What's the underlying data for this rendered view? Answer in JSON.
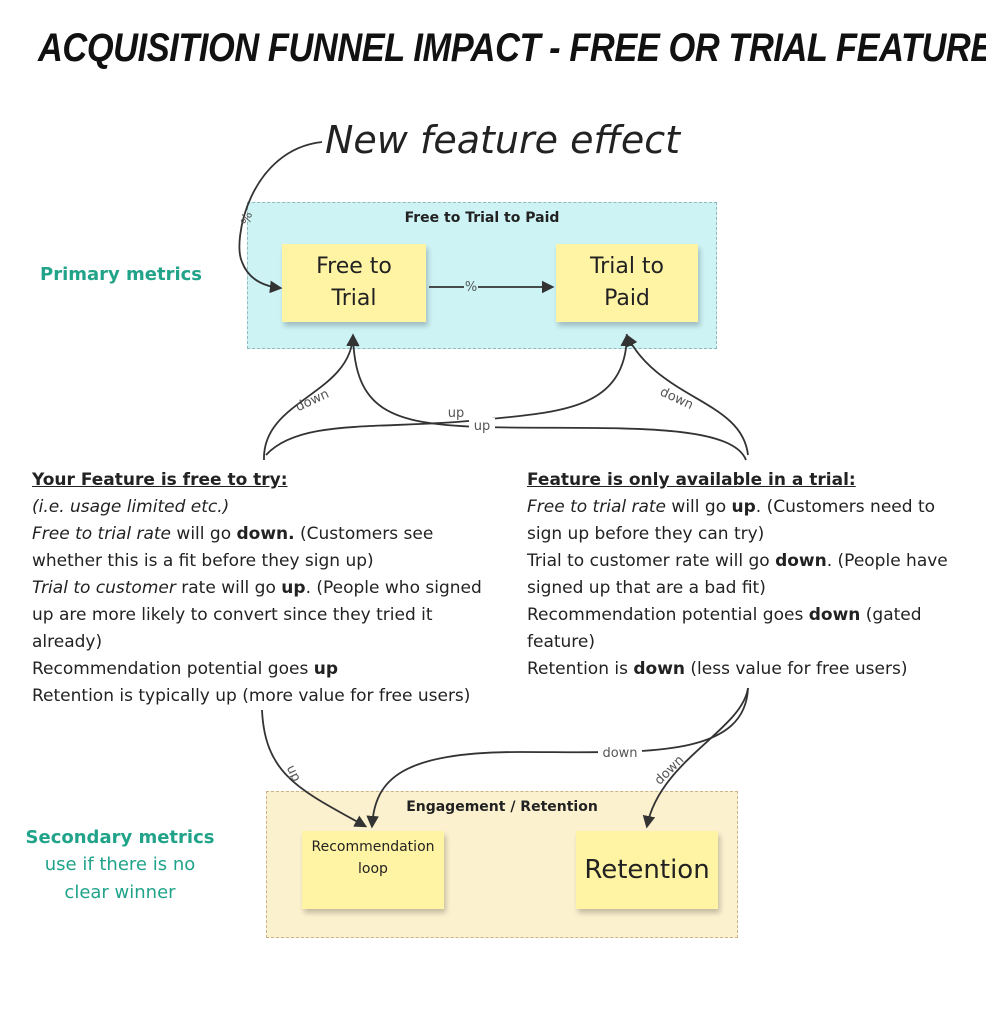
{
  "title": "ACQUISITION FUNNEL IMPACT - FREE OR TRIAL FEATURE?",
  "effect_label": "New feature effect",
  "primary_frame": {
    "title": "Free to Trial to Paid",
    "notes": [
      {
        "line1": "Free to",
        "line2": "Trial"
      },
      {
        "line1": "Trial to",
        "line2": "Paid"
      }
    ]
  },
  "secondary_frame": {
    "title": "Engagement / Retention",
    "recommendation": {
      "line1": "Recommendation",
      "line2": "loop"
    },
    "retention": "Retention"
  },
  "primary_metrics": "Primary metrics",
  "secondary_metrics": {
    "line1": "Secondary metrics",
    "line2": "use if there is no",
    "line3": "clear winner"
  },
  "connector_labels": {
    "percent": "%",
    "up": "up",
    "down": "down"
  },
  "left_column": {
    "heading": "Your Feature is free to try:",
    "l1": "(i.e. usage limited etc.)",
    "l2_italic": "Free to trial rate",
    "l2_mid": " will go ",
    "l2_bold": "down.",
    "l2_end": " (Customers see",
    "l3": "whether this is a fit before they sign up)",
    "l4_italic": "Trial to customer",
    "l4_mid": " rate will go ",
    "l4_bold": "up",
    "l4_end": ". (People who signed",
    "l5": "up are more likely to convert since they tried it",
    "l6": "already)",
    "l7_text": "Recommendation potential goes ",
    "l7_bold": "up",
    "l8": "Retention is typically up (more value for free users)"
  },
  "right_column": {
    "heading": "Feature is only available in a trial:",
    "l1_italic": "Free to trial rate",
    "l1_mid": " will go ",
    "l1_bold": "up",
    "l1_end": ". (Customers need to",
    "l2": "sign up before they can try)",
    "l3_text": "Trial to customer rate will go ",
    "l3_bold": "down",
    "l3_end": ". (People have",
    "l4": "signed up that are a bad fit)",
    "l5_text": "Recommendation potential goes ",
    "l5_bold": "down",
    "l5_end": " (gated",
    "l6": "feature)",
    "l7_text": "Retention is ",
    "l7_bold": "down",
    "l7_end": " (less value for free users)"
  }
}
